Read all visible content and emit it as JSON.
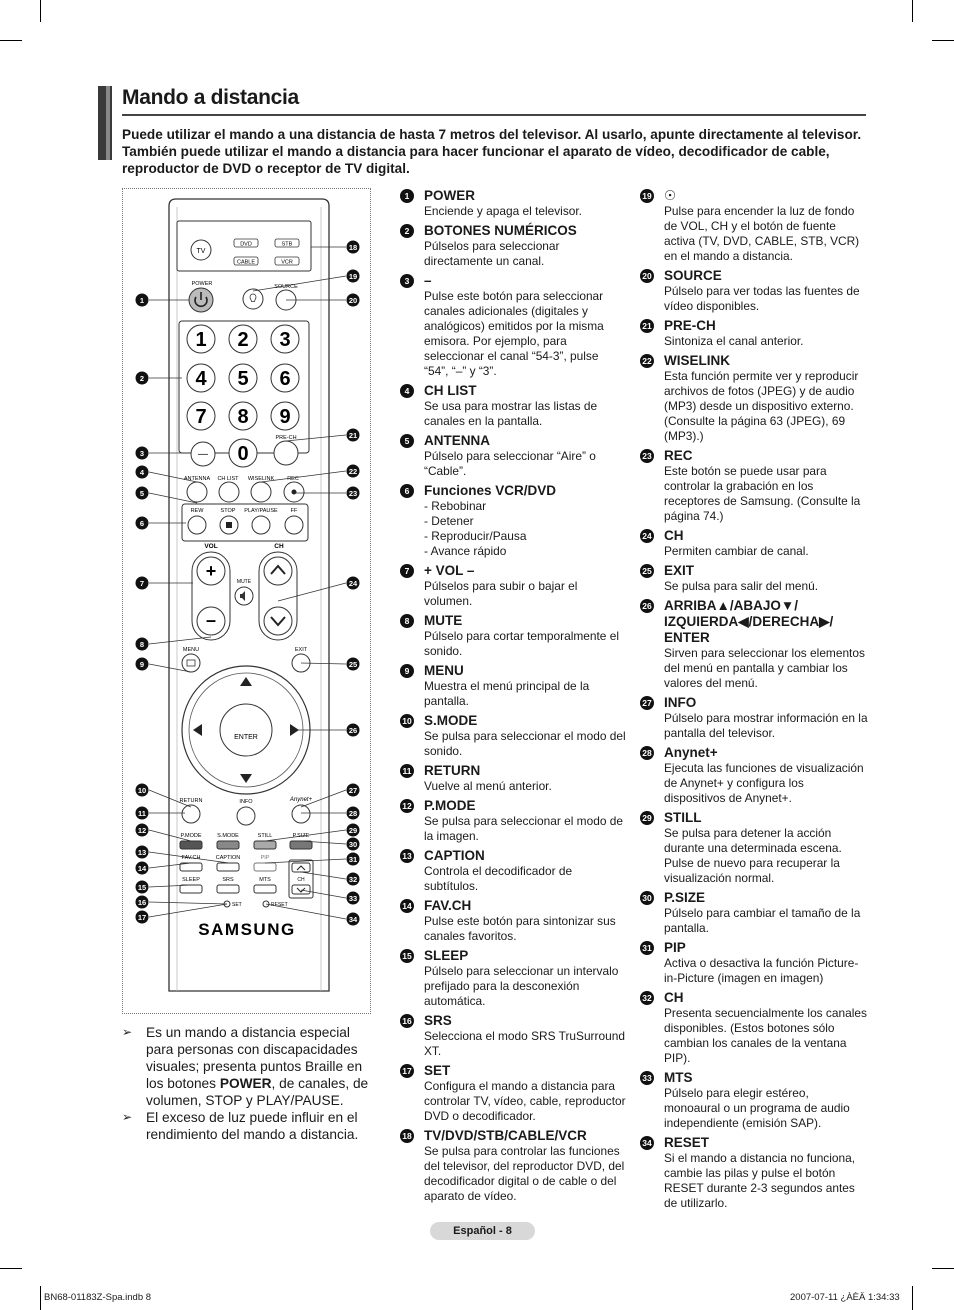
{
  "title": "Mando a distancia",
  "intro": "Puede utilizar el mando a una distancia de hasta 7 metros del televisor. Al usarlo, apunte directamente al televisor. También puede utilizar el mando a distancia para hacer funcionar el aparato de vídeo, decodificador de cable, reproductor de DVD o receptor de TV digital.",
  "remote": {
    "tv": "TV",
    "dvd": "DVD",
    "stb": "STB",
    "cable": "CABLE",
    "vcr": "VCR",
    "power": "POWER",
    "source": "SOURCE",
    "digits": [
      "1",
      "2",
      "3",
      "4",
      "5",
      "6",
      "7",
      "8",
      "9",
      "0"
    ],
    "prech": "PRE-CH",
    "dash": "—",
    "antenna": "ANTENNA",
    "chlist": "CH LIST",
    "wiselink": "WISELINK",
    "rec": "REC",
    "rew": "REW",
    "stop": "STOP",
    "playpause": "PLAY/PAUSE",
    "ff": "FF",
    "vol": "VOL",
    "ch": "CH",
    "mute": "MUTE",
    "menu": "MENU",
    "exit": "EXIT",
    "enter": "ENTER",
    "return": "RETURN",
    "info": "INFO",
    "anynet": "Anynet+",
    "pmode": "P.MODE",
    "smode": "S.MODE",
    "still": "STILL",
    "psize": "P.SIZE",
    "favch": "FAV.CH",
    "caption": "CAPTION",
    "pip": "PIP",
    "sleep": "SLEEP",
    "srs": "SRS",
    "mts": "MTS",
    "pipch": "CH",
    "set": "SET",
    "reset": "RESET",
    "brand": "SAMSUNG",
    "callouts_left": [
      "1",
      "2",
      "3",
      "4",
      "5",
      "6",
      "7",
      "8",
      "9",
      "10",
      "11",
      "12",
      "13",
      "14",
      "15",
      "16",
      "17"
    ],
    "callouts_right": [
      "18",
      "19",
      "20",
      "21",
      "22",
      "23",
      "24",
      "25",
      "26",
      "27",
      "28",
      "29",
      "30",
      "31",
      "32",
      "33",
      "34"
    ]
  },
  "notes": [
    {
      "pre": "Es un mando a distancia especial para personas con discapacidades visuales; presenta puntos Braille en los botones ",
      "bold": "POWER",
      "post": ", de canales, de volumen, STOP y PLAY/PAUSE."
    },
    {
      "pre": "El exceso de luz puede influir en el rendimiento del mando a distancia.",
      "bold": "",
      "post": ""
    }
  ],
  "entries_mid": [
    {
      "n": "1",
      "t": "POWER",
      "d": "Enciende y apaga el televisor."
    },
    {
      "n": "2",
      "t": "BOTONES NUMÉRICOS",
      "d": "Púlselos para seleccionar directamente un canal."
    },
    {
      "n": "3",
      "t": "–",
      "d": "Pulse este botón para seleccionar canales adicionales (digitales y analógicos) emitidos por la misma emisora. Por ejemplo, para seleccionar el canal “54-3”, pulse “54”, “–” y “3”."
    },
    {
      "n": "4",
      "t": "CH LIST",
      "d": "Se usa para mostrar las listas de canales en la pantalla."
    },
    {
      "n": "5",
      "t": "ANTENNA",
      "d": "Púlselo para seleccionar “Aire” o “Cable”."
    },
    {
      "n": "6",
      "t": "Funciones VCR/DVD",
      "d": "- Rebobinar\n- Detener\n- Reproducir/Pausa\n- Avance rápido"
    },
    {
      "n": "7",
      "t": "+ VOL –",
      "d": "Púlselos para subir o bajar el volumen."
    },
    {
      "n": "8",
      "t": "MUTE",
      "d": "Púlselo para cortar temporalmente el sonido."
    },
    {
      "n": "9",
      "t": "MENU",
      "d": "Muestra el menú principal de la pantalla."
    },
    {
      "n": "10",
      "t": "S.MODE",
      "d": "Se pulsa para seleccionar el modo del sonido."
    },
    {
      "n": "11",
      "t": "RETURN",
      "d": "Vuelve al menú anterior."
    },
    {
      "n": "12",
      "t": "P.MODE",
      "d": "Se pulsa para seleccionar el modo de la imagen."
    },
    {
      "n": "13",
      "t": "CAPTION",
      "d": "Controla el decodificador de subtítulos."
    },
    {
      "n": "14",
      "t": "FAV.CH",
      "d": "Pulse este botón para sintonizar sus canales favoritos."
    },
    {
      "n": "15",
      "t": "SLEEP",
      "d": "Púlselo para seleccionar un intervalo prefijado para la desconexión automática."
    },
    {
      "n": "16",
      "t": "SRS",
      "d": "Selecciona el modo SRS TruSurround XT."
    },
    {
      "n": "17",
      "t": "SET",
      "d": "Configura el mando a distancia para controlar TV, vídeo, cable, reproductor DVD o decodificador."
    },
    {
      "n": "18",
      "t": "TV/DVD/STB/CABLE/VCR",
      "d": "Se pulsa para controlar las funciones del televisor, del reproductor DVD, del decodificador digital o de cable o del aparato de vídeo."
    }
  ],
  "entries_right": [
    {
      "n": "19",
      "t": "",
      "d": "Pulse para encender la luz de fondo de VOL, CH y el botón de fuente activa (TV, DVD, CABLE, STB, VCR) en el mando a distancia."
    },
    {
      "n": "20",
      "t": "SOURCE",
      "d": "Púlselo para ver todas las fuentes de vídeo disponibles."
    },
    {
      "n": "21",
      "t": "PRE-CH",
      "d": "Sintoniza el canal anterior."
    },
    {
      "n": "22",
      "t": "WISELINK",
      "d": "Esta función permite ver y reproducir archivos de fotos (JPEG) y de audio (MP3) desde un dispositivo externo. (Consulte la página 63 (JPEG), 69 (MP3).)"
    },
    {
      "n": "23",
      "t": "REC",
      "d": "Este botón se puede usar para controlar la grabación en los receptores de Samsung. (Consulte la página 74.)"
    },
    {
      "n": "24",
      "t": "CH",
      "d": "Permiten cambiar de canal."
    },
    {
      "n": "25",
      "t": "EXIT",
      "d": "Se pulsa para salir del menú."
    },
    {
      "n": "26",
      "t": "ARRIBA▲/ABAJO▼/ IZQUIERDA◀/DERECHA▶/ ENTER",
      "d": "Sirven para seleccionar los elementos del menú en pantalla y cambiar los valores del menú."
    },
    {
      "n": "27",
      "t": "INFO",
      "d": "Púlselo para mostrar información en la pantalla del televisor."
    },
    {
      "n": "28",
      "t": "Anynet+",
      "d": "Ejecuta las funciones de visualización de Anynet+ y configura los dispositivos de Anynet+."
    },
    {
      "n": "29",
      "t": "STILL",
      "d": "Se pulsa para detener la acción durante una determinada escena. Pulse de nuevo para recuperar la visualización normal."
    },
    {
      "n": "30",
      "t": "P.SIZE",
      "d": "Púlselo para cambiar el tamaño de la pantalla."
    },
    {
      "n": "31",
      "t": "PIP",
      "d": "Activa o desactiva la función Picture-in-Picture (imagen en imagen)"
    },
    {
      "n": "32",
      "t": "CH",
      "d": "Presenta secuencialmente los canales disponibles. (Estos botones sólo cambian los canales de la ventana PIP)."
    },
    {
      "n": "33",
      "t": "MTS",
      "d": "Púlselo para elegir estéreo, monoaural o un programa de audio independiente (emisión SAP)."
    },
    {
      "n": "34",
      "t": "RESET",
      "d": "Si el mando a distancia no funciona, cambie las pilas y pulse el botón RESET durante 2-3 segundos antes de utilizarlo."
    }
  ],
  "footer": "Español - 8",
  "file_left": "BN68-01183Z-Spa.indb   8",
  "file_right": "2007-07-11   ¿ÀÈÄ 1:34:33"
}
